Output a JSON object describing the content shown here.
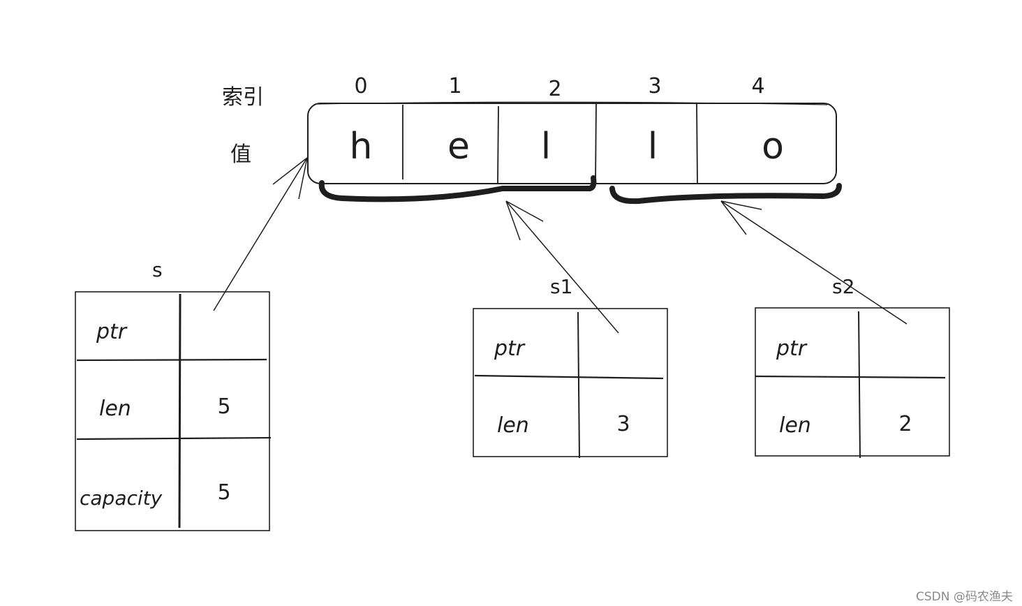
{
  "labels": {
    "index": "索引",
    "value": "值"
  },
  "array": {
    "indices": [
      "0",
      "1",
      "2",
      "3",
      "4"
    ],
    "chars": [
      "h",
      "e",
      "l",
      "l",
      "o"
    ]
  },
  "structs": [
    {
      "name": "s",
      "rows": [
        {
          "field": "ptr",
          "value": ""
        },
        {
          "field": "len",
          "value": "5"
        },
        {
          "field": "capacity",
          "value": "5"
        }
      ]
    },
    {
      "name": "s1",
      "rows": [
        {
          "field": "ptr",
          "value": ""
        },
        {
          "field": "len",
          "value": "3"
        }
      ]
    },
    {
      "name": "s2",
      "rows": [
        {
          "field": "ptr",
          "value": ""
        },
        {
          "field": "len",
          "value": "2"
        }
      ]
    }
  ],
  "watermark": "CSDN @码农渔夫"
}
